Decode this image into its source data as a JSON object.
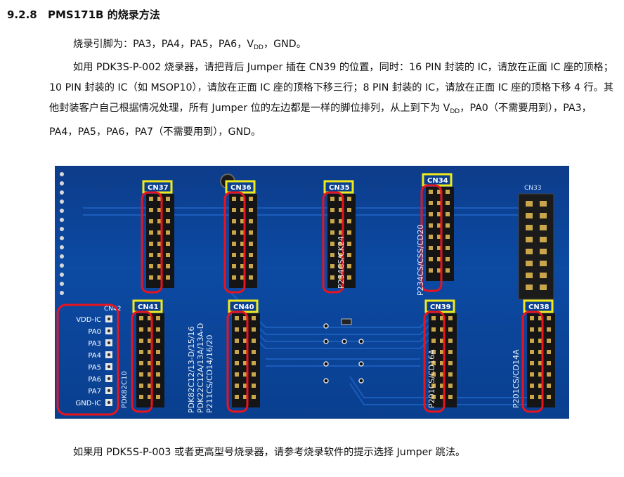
{
  "heading": {
    "number": "9.2.8",
    "title": "PMS171B 的烧录方法"
  },
  "pins_line": {
    "prefix": "烧录引脚为：PA3，PA4，PA5，PA6，V",
    "sub": "DD",
    "suffix": "，GND。"
  },
  "para2": {
    "part1": "如用 PDK3S-P-002 烧录器，请把背后 Jumper 插在 CN39 的位置，同时：16 PIN 封装的 IC，请放在正面 IC 座的顶格；10 PIN 封装的 IC（如 MSOP10），请放在正面 IC 座的顶格下移三行；8 PIN 封装的 IC，请放在正面 IC 座的顶格下移 4 行。其他封装客户自己根据情况处理，所有 Jumper 位的左边都是一样的脚位排列，从上到下为 V",
    "sub": "DD",
    "part2": "，PA0（不需要用到），PA3，PA4，PA5，PA6，PA7（不需要用到），GND。"
  },
  "para3": "如果用 PDK5S-P-003 或者更高型号烧录器，请参考烧录软件的提示选择 Jumper 跳法。",
  "board": {
    "connectors": [
      "CN37",
      "CN36",
      "CN35",
      "CN34",
      "CN33",
      "CN41",
      "CN40",
      "CN39",
      "CN38",
      "CN42"
    ],
    "pin_labels": [
      "VDD-IC",
      "PA0",
      "PA3",
      "PA4",
      "PA5",
      "PA6",
      "PA7",
      "GND-IC"
    ],
    "silk": {
      "cn35": "P234CS/CK24",
      "cn34": "P234CS/CSS/CD20",
      "cn40_a": "PDK82C12/13-D/15/16",
      "cn40_b": "PDK22C12A/13A/13A-D",
      "cn40_c": "P211CS/CD14/16/20",
      "cn39": "P201CS/CD16A",
      "cn38": "P201CS/CD14A",
      "cn42_side": "PDK82C10"
    },
    "highlight_color": "#e8141e",
    "label_box_color": "#f2ea18"
  }
}
